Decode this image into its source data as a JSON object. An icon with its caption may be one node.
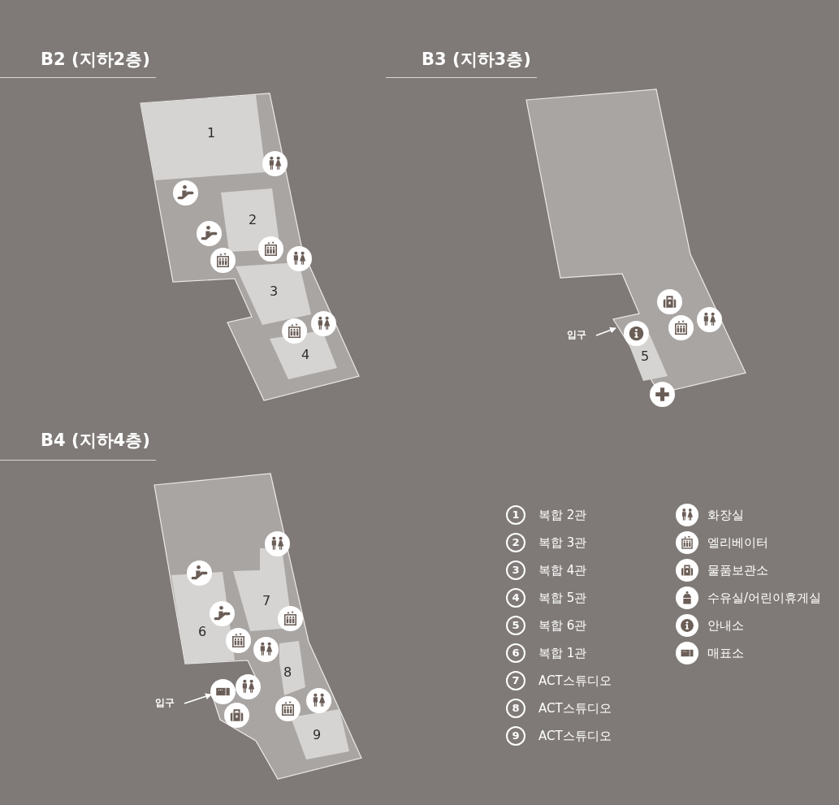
{
  "diagram": {
    "nodes": [
      {
        "text": [],
        "shape": "box"
      },
      {
        "text": [
          "1"
        ],
        "in": 0
      },
      {
        "text": [
          "2"
        ],
        "in": 0
      },
      {
        "text": [
          "3"
        ],
        "in": 0
      },
      {
        "text": [
          "4"
        ],
        "in": 0
      },
      {
        "text": [],
        "shape": "box"
      },
      {
        "text": [
          "5"
        ],
        "in": 5
      },
      {
        "text": [],
        "shape": "box"
      },
      {
        "text": [
          "6"
        ],
        "in": 7
      },
      {
        "text": [
          "7"
        ],
        "in": 7
      },
      {
        "text": [
          "8"
        ],
        "in": 7
      },
      {
        "text": [
          "9"
        ],
        "in": 7
      },
      {
        "text": [
          "입구"
        ]
      },
      {
        "text": [
          "입구"
        ]
      }
    ],
    "edges": [
      {
        "from": 12,
        "to": 5,
        "arrow": "to"
      },
      {
        "from": 13,
        "to": 7,
        "arrow": "to"
      }
    ],
    "labels": [
      "B2 (지하2층)",
      "B3 (지하3층)",
      "B4 (지하4층)",
      "1",
      "2",
      "3",
      "4",
      "5",
      "6",
      "7",
      "8",
      "9"
    ],
    "legend": [
      {
        "text": "복합 2관"
      },
      {
        "text": "복합 3관"
      },
      {
        "text": "복합 4관"
      },
      {
        "text": "복합 5관"
      },
      {
        "text": "복합 6관"
      },
      {
        "text": "복합 1관"
      },
      {
        "text": "ACT스튜디오"
      },
      {
        "text": "ACT스튜디오"
      },
      {
        "text": "ACT스튜디오"
      },
      {
        "text": "화장실"
      },
      {
        "text": "엘리베이터"
      },
      {
        "text": "물품보관소"
      },
      {
        "text": "수유실/어린이휴게실"
      },
      {
        "text": "안내소"
      },
      {
        "text": "매표소"
      }
    ]
  }
}
